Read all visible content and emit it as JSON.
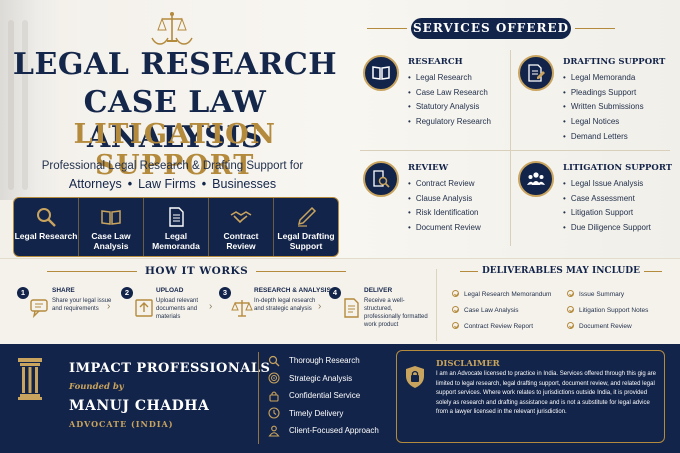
{
  "header": {
    "line1": "LEGAL RESEARCH",
    "line2": "CASE LAW ANALYSIS",
    "line3": "LITIGATION SUPPORT",
    "subtitle": "Professional Legal Research & Drafting Support for",
    "audience": [
      "Attorneys",
      "Law Firms",
      "Businesses"
    ]
  },
  "features": [
    {
      "label": "Legal Research",
      "icon": "magnifier-icon"
    },
    {
      "label": "Case Law Analysis",
      "icon": "open-book-icon"
    },
    {
      "label": "Legal Memoranda",
      "icon": "document-icon"
    },
    {
      "label": "Contract Review",
      "icon": "handshake-icon"
    },
    {
      "label": "Legal Drafting Support",
      "icon": "pen-icon"
    }
  ],
  "services": {
    "title": "SERVICES OFFERED",
    "blocks": [
      {
        "heading": "RESEARCH",
        "icon": "book-icon",
        "items": [
          "Legal Research",
          "Case Law Research",
          "Statutory Analysis",
          "Regulatory Research"
        ]
      },
      {
        "heading": "DRAFTING SUPPORT",
        "icon": "pen-paper-icon",
        "items": [
          "Legal Memoranda",
          "Pleadings Support",
          "Written Submissions",
          "Legal Notices",
          "Demand Letters"
        ]
      },
      {
        "heading": "REVIEW",
        "icon": "document-search-icon",
        "items": [
          "Contract Review",
          "Clause Analysis",
          "Risk Identification",
          "Document Review"
        ]
      },
      {
        "heading": "LITIGATION SUPPORT",
        "icon": "people-icon",
        "items": [
          "Legal Issue Analysis",
          "Case Assessment",
          "Litigation Support",
          "Due Diligence Support"
        ]
      }
    ]
  },
  "how": {
    "title": "HOW IT WORKS",
    "steps": [
      {
        "num": "1",
        "title": "SHARE",
        "desc": "Share your legal issue and requirements"
      },
      {
        "num": "2",
        "title": "UPLOAD",
        "desc": "Upload relevant documents and materials"
      },
      {
        "num": "3",
        "title": "RESEARCH & ANALYSIS",
        "desc": "In-depth legal research and strategic analysis"
      },
      {
        "num": "4",
        "title": "DELIVER",
        "desc": "Receive a well-structured, professionally formatted work product"
      }
    ]
  },
  "deliverables": {
    "title": "DELIVERABLES MAY INCLUDE",
    "left": [
      "Legal Research Memorandum",
      "Case Law Analysis",
      "Contract Review Report"
    ],
    "right": [
      "Issue Summary",
      "Litigation Support Notes",
      "Document Review"
    ]
  },
  "footer": {
    "brand": "IMPACT PROFESSIONALS",
    "founded_by": "Founded by",
    "founder": "MANUJ CHADHA",
    "title": "ADVOCATE (INDIA)",
    "qualities": [
      "Thorough Research",
      "Strategic Analysis",
      "Confidential Service",
      "Timely Delivery",
      "Client-Focused Approach"
    ],
    "disclaimer_heading": "DISCLAIMER",
    "disclaimer_text": "I am an Advocate licensed to practice in India. Services offered through this gig are limited to legal research, legal drafting support, document review, and related legal support services. Where work relates to jurisdictions outside India, it is provided solely as research and drafting assistance and is not a substitute for legal advice from a lawyer licensed in the relevant jurisdiction."
  },
  "colors": {
    "navy": "#13244a",
    "gold": "#b48a3c",
    "cream": "#f4f1ea"
  }
}
